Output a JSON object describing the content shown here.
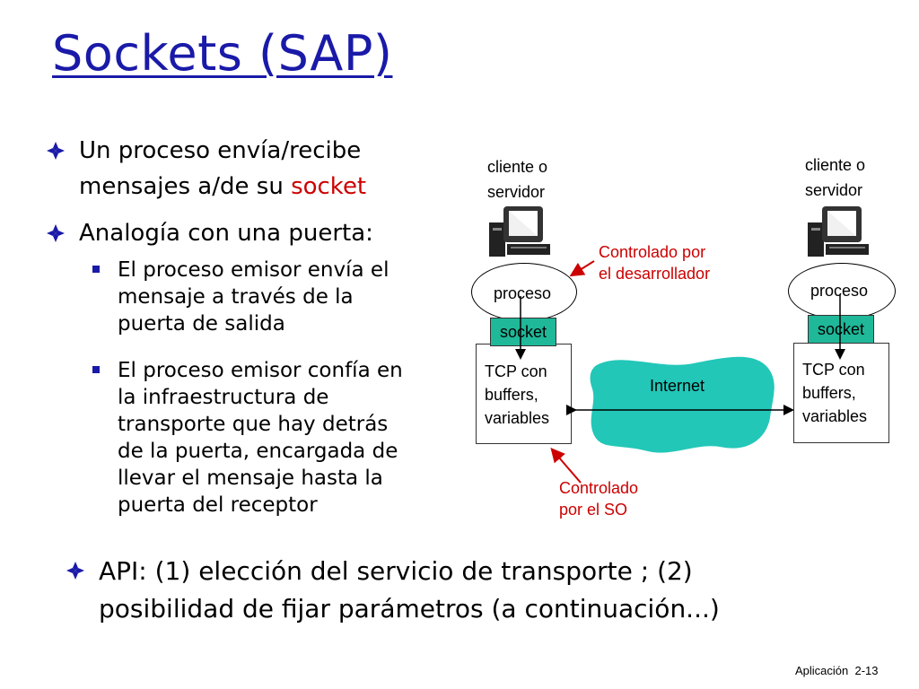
{
  "title": "Sockets (SAP)",
  "bullets": {
    "b1_line1": "Un proceso envía/recibe",
    "b1_line2_pre": "mensajes a/de su ",
    "b1_line2_red": "socket",
    "b2": "Analogía con una puerta:",
    "sub1": [
      "El proceso emisor envía el",
      "mensaje a través de la",
      "puerta de salida"
    ],
    "sub2": [
      "El proceso emisor confía en",
      "la infraestructura de",
      "transporte que hay detrás",
      "de la puerta, encargada de",
      "llevar el mensaje hasta la",
      "puerta del receptor"
    ],
    "b3_line1": "API: (1) elección del servicio de transporte ; (2)",
    "b3_line2": "posibilidad de fijar parámetros (a continuación...)"
  },
  "diagram": {
    "left_host": [
      "cliente o",
      "servidor"
    ],
    "right_host": [
      "cliente o",
      "servidor"
    ],
    "process_label": "proceso",
    "socket_label": "socket",
    "tcp_lines": [
      "TCP con",
      "buffers,",
      "variables"
    ],
    "internet_label": "Internet",
    "dev_controlled": [
      "Controlado por",
      "el desarrollador"
    ],
    "os_controlled": [
      "Controlado",
      "por el SO"
    ]
  },
  "colors": {
    "title": "#1a1aa8",
    "highlight": "#cc0000",
    "socket_fill": "#1fb899",
    "internet_fill": "#22c7b8"
  },
  "footer": {
    "section": "Aplicación",
    "page": "2-13"
  }
}
